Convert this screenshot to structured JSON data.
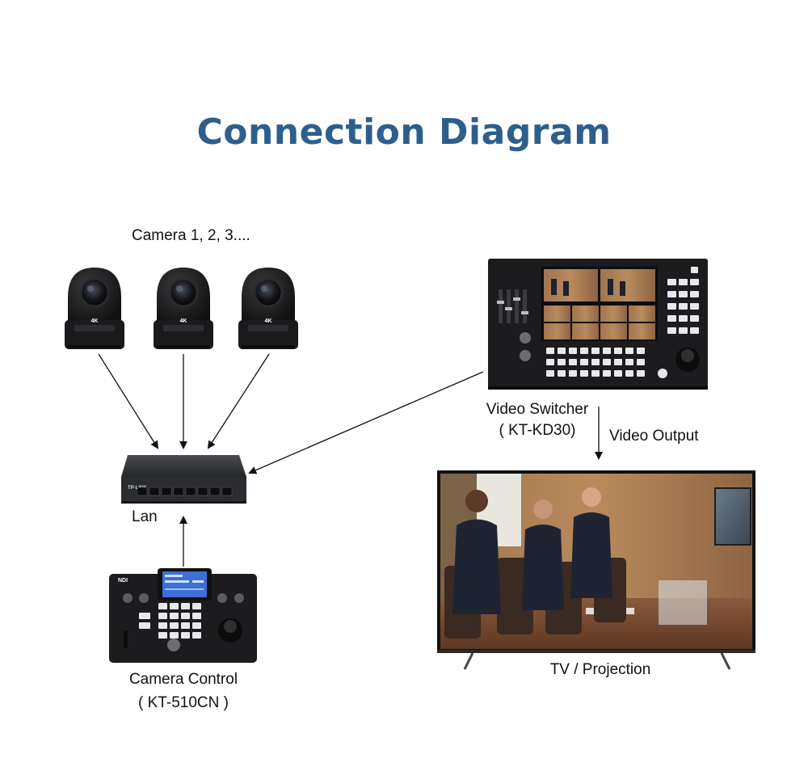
{
  "title": "Connection Diagram",
  "labels": {
    "cameras": "Camera 1, 2, 3....",
    "lan": "Lan",
    "camera_control": "Camera Control",
    "camera_control_model": "( KT-510CN )",
    "video_switcher": "Video Switcher",
    "video_switcher_model": "( KT-KD30)",
    "video_output": "Video Output",
    "tv": "TV / Projection"
  },
  "device_marks": {
    "camera_badge": "4K",
    "switch_brand": "TP-LINK",
    "controller_brand": "NDI"
  },
  "colors": {
    "title": "#2d5f8c",
    "device_body": "#1c1c1e",
    "arrow": "#111111"
  }
}
